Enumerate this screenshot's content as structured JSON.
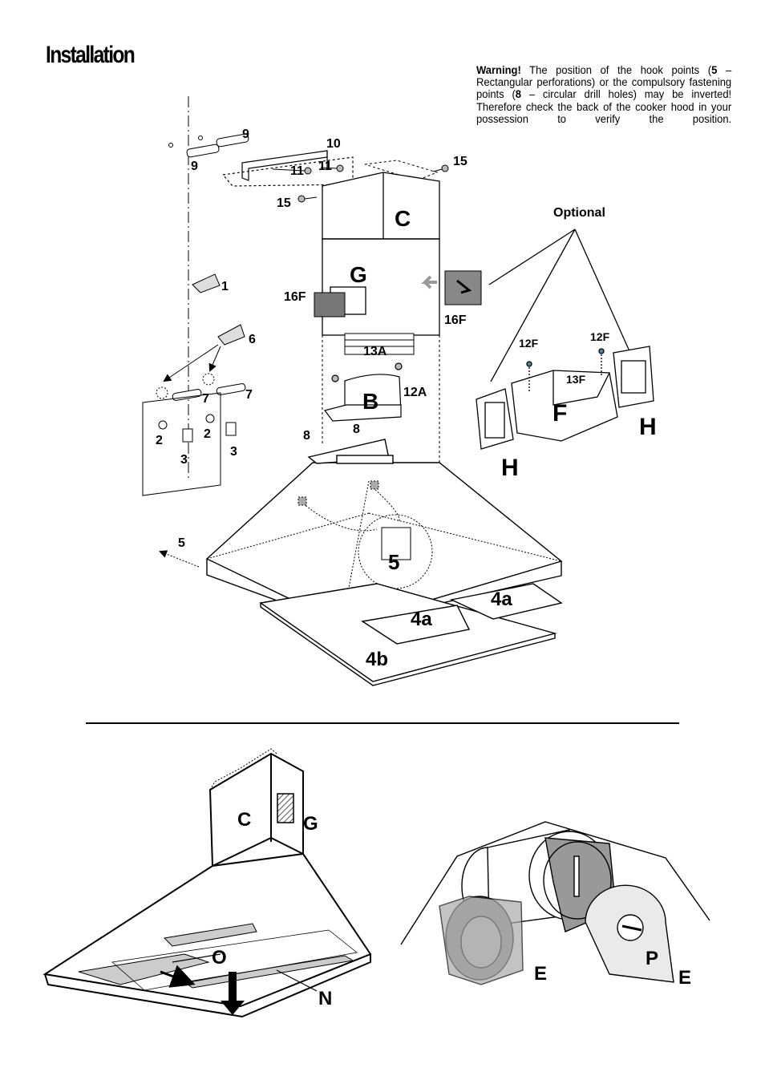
{
  "page": {
    "title": "Installation"
  },
  "warning": {
    "lead": "Warning!",
    "t1": " The position of the hook points (",
    "n5": "5",
    "t2": " – Rectangular perforations) or the compulsory fastening points (",
    "n8": "8",
    "t3": " – circular drill holes) may be inverted! Therefore check the back of the cooker hood in your possession to verify the position."
  },
  "top_diagram": {
    "optional_label": "Optional",
    "labels": {
      "9a": "9",
      "9b": "9",
      "10": "10",
      "11a": "11",
      "11b": "11",
      "15a": "15",
      "15b": "15",
      "C": "C",
      "G": "G",
      "16Fa": "16F",
      "16Fb": "16F",
      "13A": "13A",
      "B": "B",
      "12A": "12A",
      "1": "1",
      "6": "6",
      "7a": "7",
      "7b": "7",
      "2a": "2",
      "2b": "2",
      "3a": "3",
      "3b": "3",
      "8a": "8",
      "8b": "8",
      "5a": "5",
      "5b": "5",
      "4a1": "4a",
      "4a2": "4a",
      "4b": "4b",
      "12Fa": "12F",
      "12Fb": "12F",
      "13F": "13F",
      "F": "F",
      "Ha": "H",
      "Hb": "H"
    }
  },
  "bottom_left_diagram": {
    "labels": {
      "C": "C",
      "G": "G",
      "O": "O",
      "N": "N"
    }
  },
  "bottom_right_diagram": {
    "labels": {
      "E1": "E",
      "E2": "E",
      "P": "P"
    }
  }
}
